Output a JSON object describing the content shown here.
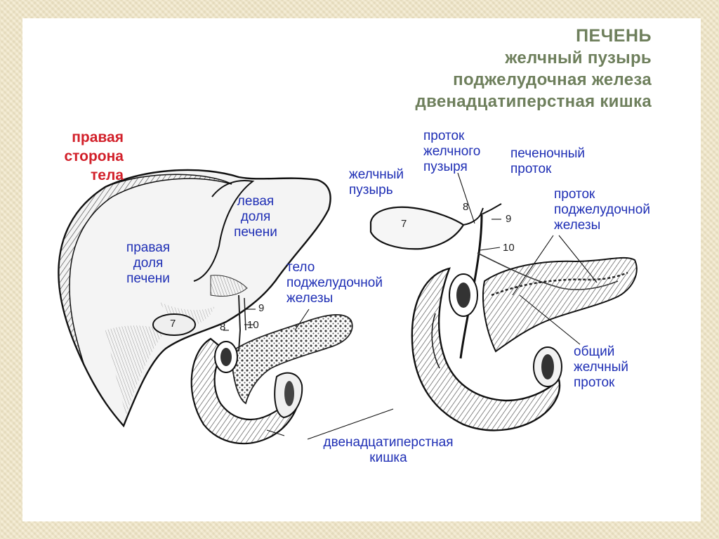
{
  "title": {
    "line1": "ПЕЧЕНЬ",
    "line2": "желчный пузырь",
    "line3": "поджелудочная железа",
    "line4": "двенадцатиперстная кишка"
  },
  "side_label": {
    "line1": "правая",
    "line2": "сторона",
    "line3": "тела"
  },
  "left_figure": {
    "right_lobe": [
      "правая",
      "доля",
      "печени"
    ],
    "left_lobe": [
      "левая",
      "доля",
      "печени"
    ],
    "pancreas_body": [
      "тело",
      "поджелудочной",
      "железы"
    ],
    "numbers": [
      "7",
      "8",
      "9",
      "10"
    ]
  },
  "right_figure": {
    "gallbladder": [
      "желчный",
      "пузырь"
    ],
    "cystic_duct": [
      "проток",
      "желчного",
      "пузыря"
    ],
    "hepatic_duct": [
      "печеночный",
      "проток"
    ],
    "pancreatic_duct": [
      "проток",
      "поджелудочной",
      "железы"
    ],
    "common_bile_duct": [
      "общий",
      "желчный",
      "проток"
    ],
    "numbers": [
      "7",
      "8",
      "9",
      "10"
    ]
  },
  "duodenum": [
    "двенадцатиперстная",
    "кишка"
  ],
  "colors": {
    "label_blue": "#1f2fb5",
    "side_red": "#d2202a",
    "title_green": "#6e7f5c",
    "frame": "#f1e6c6"
  }
}
